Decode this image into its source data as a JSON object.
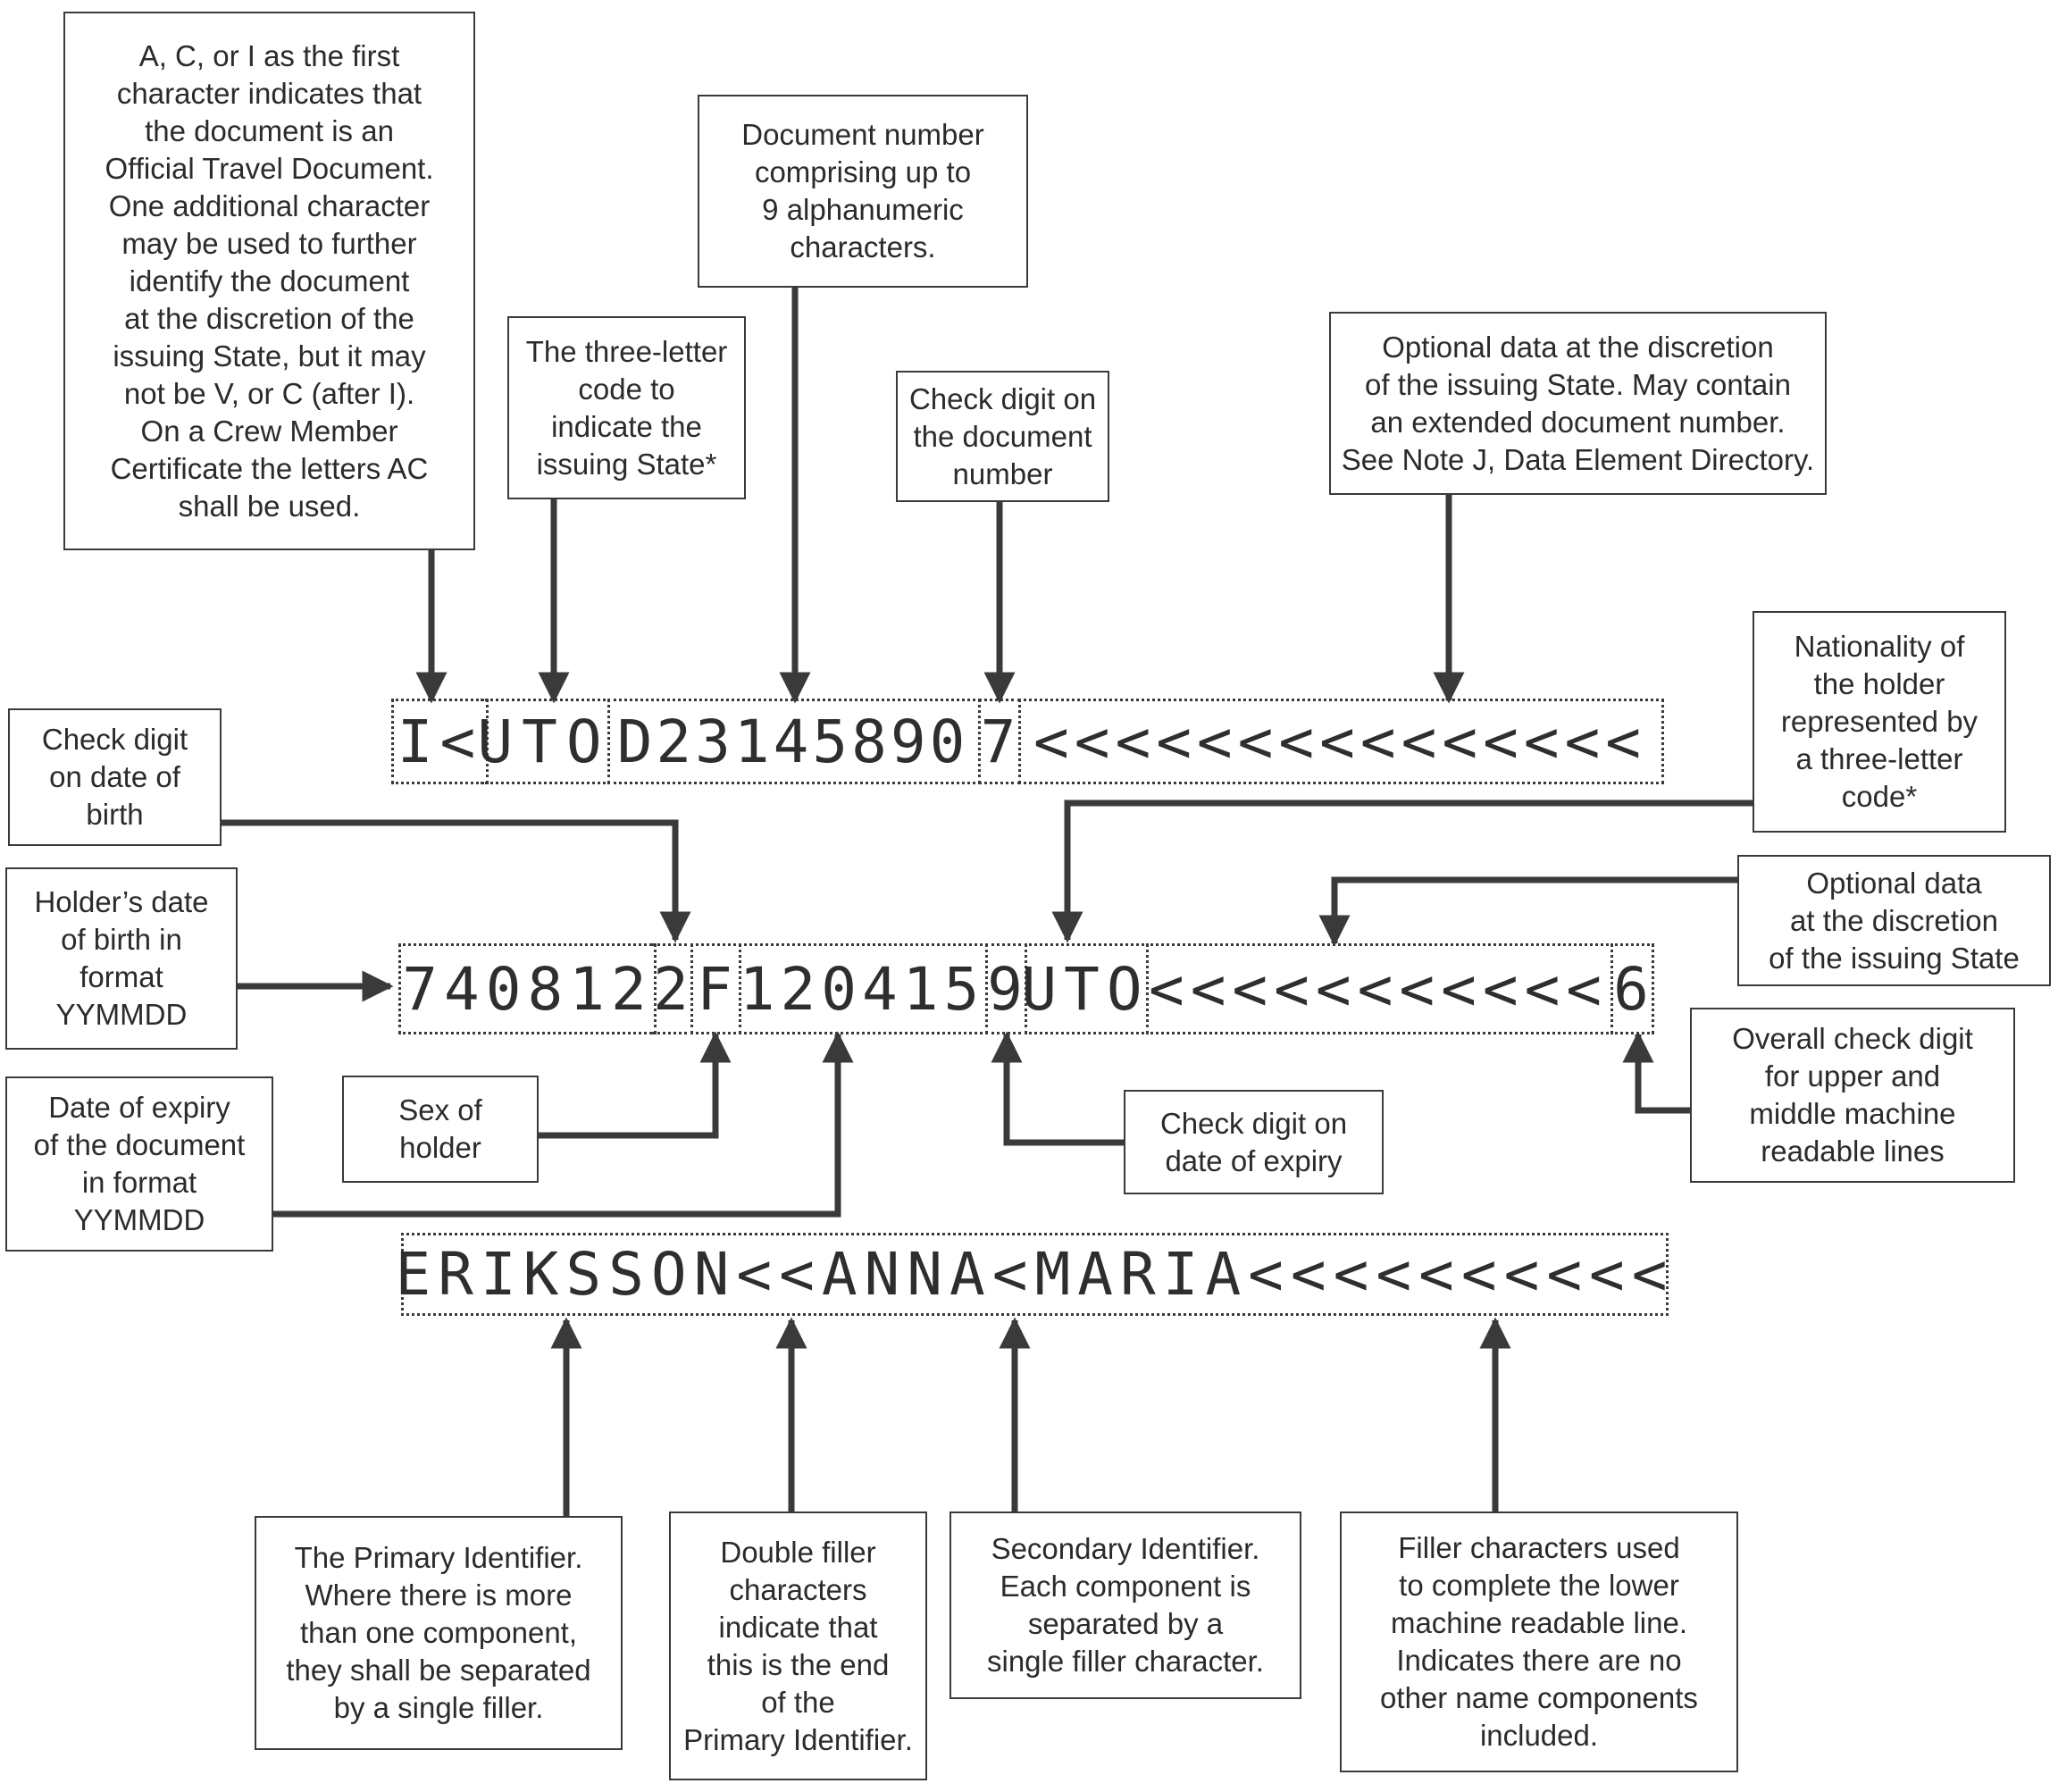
{
  "callouts": {
    "doc_code": "A, C, or I as the first\ncharacter indicates that\nthe document is an\nOfficial Travel Document.\nOne additional character\nmay be used to further\nidentify the document\nat the discretion of the\nissuing State, but it may\nnot be V, or C (after I).\nOn a Crew Member\nCertificate the letters AC\nshall be used.",
    "issuing_state": "The three-letter\ncode to\nindicate the\nissuing State*",
    "doc_number": "Document number\ncomprising up to\n9 alphanumeric\ncharacters.",
    "doc_number_check": "Check digit on\nthe document\nnumber",
    "optional_upper": "Optional data at the discretion\nof the issuing State. May contain\nan extended document number.\nSee Note J, Data Element Directory.",
    "nationality": "Nationality of\nthe holder\nrepresented by\na three-letter\ncode*",
    "dob_check": "Check digit\non date of\nbirth",
    "dob": "Holder’s date\nof birth in\nformat\nYYMMDD",
    "optional_middle": "Optional data\nat the discretion\nof the issuing State",
    "overall_check": "Overall check digit\nfor upper and\nmiddle machine\nreadable lines",
    "expiry": "Date of expiry\nof the document\nin format\nYYMMDD",
    "sex": "Sex of\nholder",
    "expiry_check": "Check digit on\ndate of expiry",
    "primary_id": "The Primary Identifier.\nWhere there is more\nthan one component,\nthey shall be separated\nby a single filler.",
    "double_filler": "Double filler\ncharacters\nindicate that\nthis is the end\nof the\nPrimary Identifier.",
    "secondary_id": "Secondary Identifier.\nEach component is\nseparated by a\nsingle filler character.",
    "filler": "Filler characters used\nto complete the lower\nmachine readable line.\nIndicates there are no\nother name components\nincluded."
  },
  "mrz": {
    "line1": {
      "doc_code": "I<",
      "issuing_state": "UTO",
      "doc_number": "D23145890",
      "check_digit": "7",
      "optional": "<<<<<<<<<<<<<<<"
    },
    "line2": {
      "dob": "740812",
      "dob_check": "2",
      "sex": "F",
      "expiry": "120415",
      "expiry_check": "9",
      "nationality": "UTO",
      "optional": "<<<<<<<<<<<",
      "overall_check": "6"
    },
    "line3": {
      "name": "ERIKSSON<<ANNA<MARIA<<<<<<<<<<"
    }
  }
}
